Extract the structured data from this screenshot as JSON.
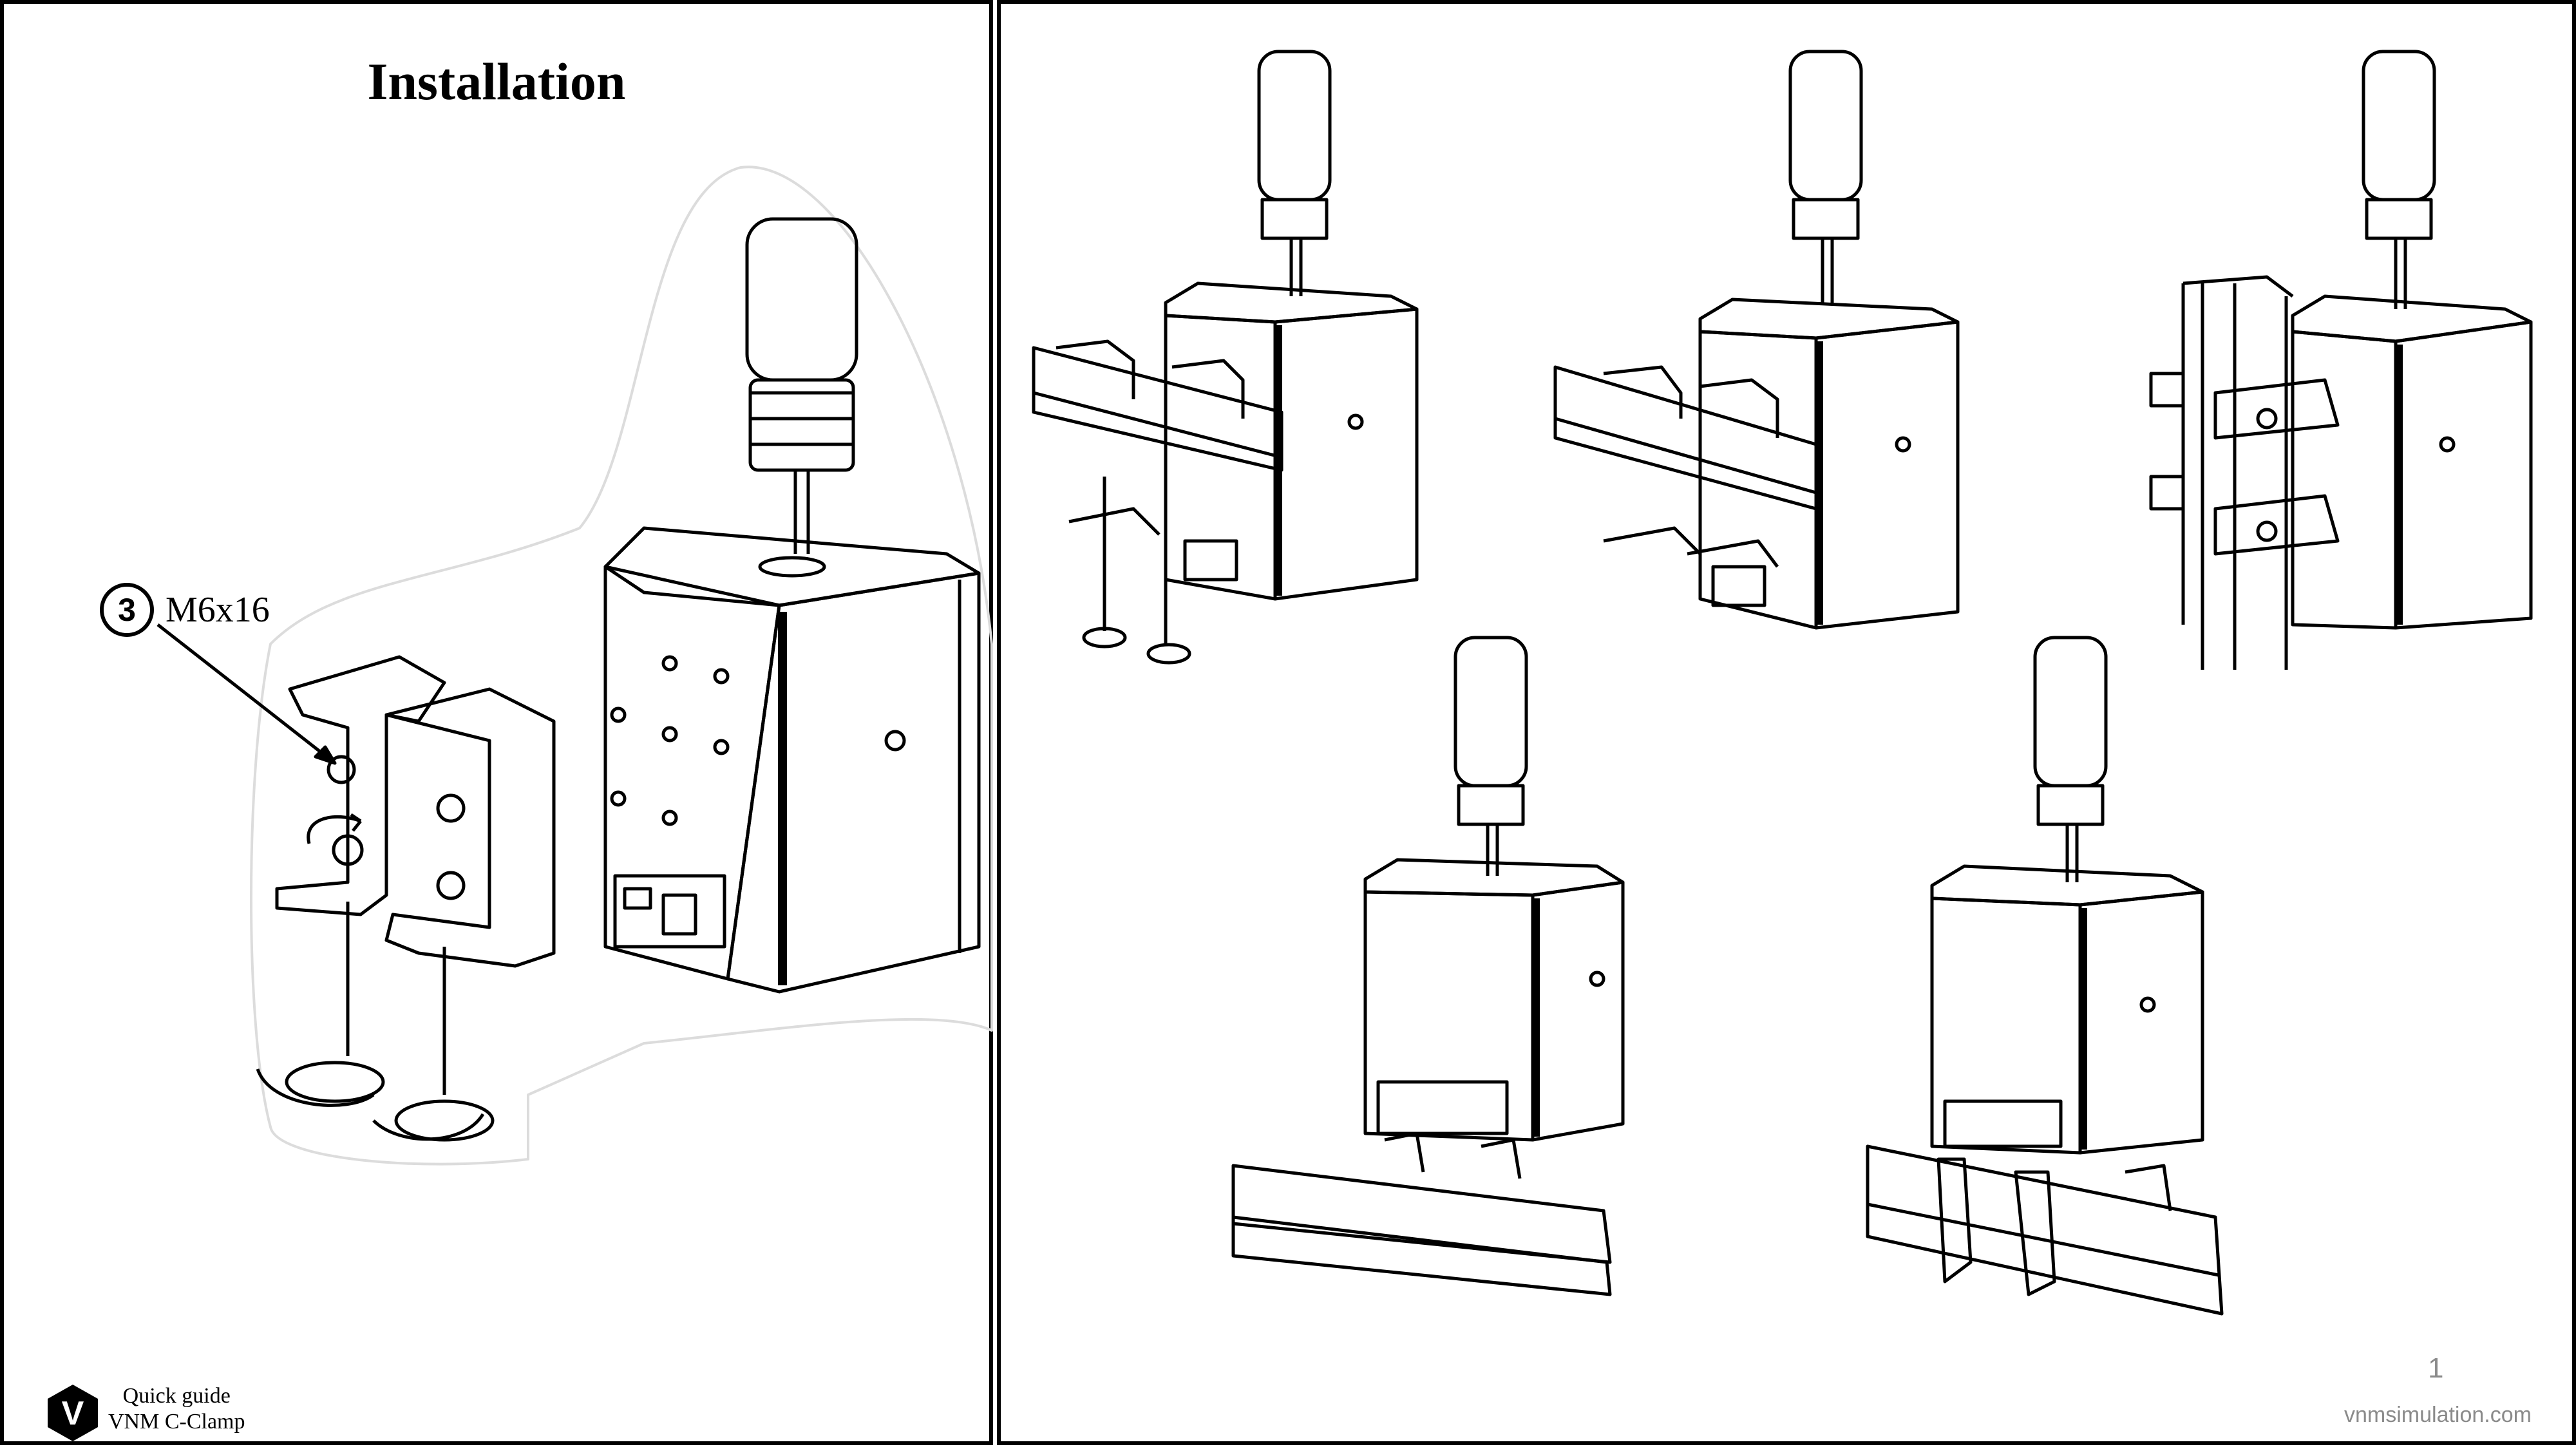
{
  "left_panel": {
    "title": "Installation",
    "callout": {
      "number": "3",
      "label": "M6x16"
    },
    "footer": {
      "line1": "Quick guide",
      "line2": "VNM C-Clamp",
      "logo_letter": "V"
    }
  },
  "right_panel": {
    "page_number": "1",
    "website": "vnmsimulation.com"
  },
  "colors": {
    "ink": "#000000",
    "muted": "#8a8a8a",
    "paper": "#ffffff"
  }
}
